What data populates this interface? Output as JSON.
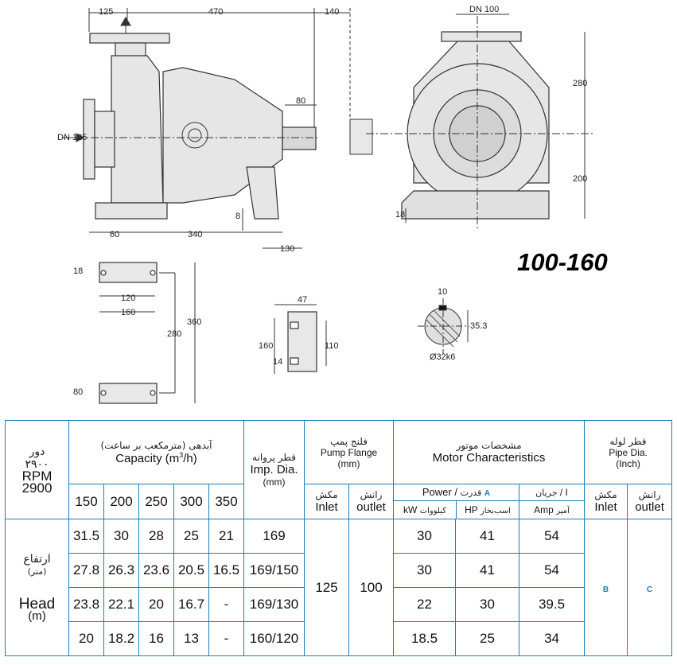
{
  "drawing": {
    "dims": {
      "d125": "125",
      "d470": "470",
      "d140": "140",
      "dn100": "DN 100",
      "dn125": "DN 125",
      "d80a": "80",
      "d280a": "280",
      "d200": "200",
      "d8": "8",
      "d18a": "18",
      "d60": "60",
      "d340": "340",
      "d130": "130",
      "d18b": "18",
      "d120": "120",
      "d160a": "160",
      "d280b": "280",
      "d360": "360",
      "d80b": "80",
      "d47": "47",
      "d160b": "160",
      "d110": "110",
      "d14": "14",
      "d10": "10",
      "d353": "35.3",
      "d32": "Ø32k6"
    },
    "model_label": "100-160"
  },
  "table": {
    "rpm_fa": "دور",
    "rpm_fa_num": "۲۹۰۰",
    "rpm_en": "RPM",
    "rpm_num": "2900",
    "capacity_fa": "آبدهی (مترمکعب بر ساعت)",
    "capacity_en": "Capacity (m",
    "capacity_sup": "3",
    "capacity_en_tail": "/h)",
    "capacities": [
      "150",
      "200",
      "250",
      "300",
      "350"
    ],
    "imp_fa": "قطر پروانه",
    "imp_en": "Imp. Dia.",
    "imp_unit": "(mm)",
    "flange_fa": "فلنج پمپ",
    "flange_en": "Pump Flange",
    "flange_unit": "(mm)",
    "flange_inlet_fa": "مکش",
    "flange_inlet_en": "Inlet",
    "flange_outlet_fa": "رانش",
    "flange_outlet_en": "outlet",
    "motor_fa": "مشخصات موتور",
    "motor_en": "Motor Characteristics",
    "power_en": "Power",
    "power_sep": "/",
    "power_fa": "قدرت",
    "power_mark": "A",
    "current_fa": "جریان",
    "current_sep": "/",
    "current_en": "I",
    "kw_en": "kW",
    "kw_fa": "کیلووات",
    "hp_en": "HP",
    "hp_fa": "اسب‌بخار",
    "amp_en": "Amp",
    "amp_fa": "آمپر",
    "pipe_fa": "قطر لوله",
    "pipe_en": "Pipe Dia.",
    "pipe_unit": "(Inch)",
    "pipe_inlet_fa": "مکش",
    "pipe_inlet_en": "Inlet",
    "pipe_outlet_fa": "رانش",
    "pipe_outlet_en": "outlet",
    "head_fa": "ارتفاع",
    "head_fa_unit": "(متر)",
    "head_en": "Head",
    "head_unit": "(m)",
    "inlet_value": "125",
    "outlet_value": "100",
    "pipe_inlet_value": "B",
    "pipe_outlet_value": "C",
    "rows": [
      {
        "heads": [
          "31.5",
          "30",
          "28",
          "25",
          "21"
        ],
        "imp": "169",
        "kw": "30",
        "hp": "41",
        "amp": "54"
      },
      {
        "heads": [
          "27.8",
          "26.3",
          "23.6",
          "20.5",
          "16.5"
        ],
        "imp": "169/150",
        "kw": "30",
        "hp": "41",
        "amp": "54"
      },
      {
        "heads": [
          "23.8",
          "22.1",
          "20",
          "16.7",
          "-"
        ],
        "imp": "169/130",
        "kw": "22",
        "hp": "30",
        "amp": "39.5"
      },
      {
        "heads": [
          "20",
          "18.2",
          "16",
          "13",
          "-"
        ],
        "imp": "160/120",
        "kw": "18.5",
        "hp": "25",
        "amp": "34"
      }
    ]
  }
}
